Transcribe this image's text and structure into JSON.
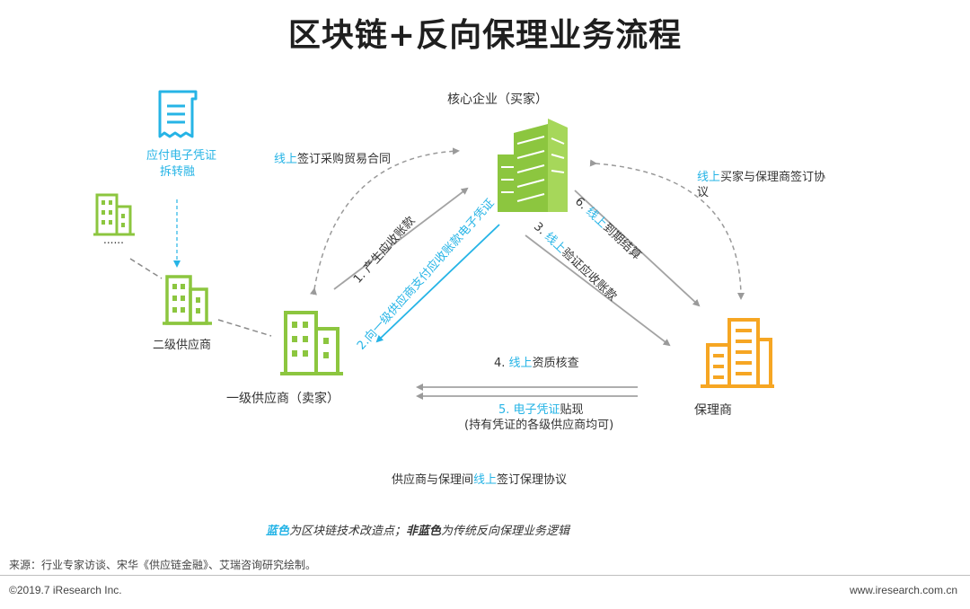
{
  "title": "区块链+反向保理业务流程",
  "nodes": {
    "core": "核心企业（买家）",
    "tier1": "一级供应商（卖家）",
    "tier2": "二级供应商",
    "factor": "保理商",
    "ellipsis": "......",
    "voucher_line1": "应付电子凭证",
    "voucher_line2": "拆转融"
  },
  "edges": {
    "contract_blue": "线上",
    "contract_rest": "签订采购贸易合同",
    "step1": "1. 产生应收账款",
    "step2": "2.向一级供应商支付应收账款电子凭证",
    "step3_num": "3. ",
    "step3_blue": "线上",
    "step3_rest": "验证应收账款",
    "step6_num": "6. ",
    "step6_blue": "线上",
    "step6_rest": "到期结算",
    "buyer_factor_blue": "线上",
    "buyer_factor_rest1": "买家与保理商签订协",
    "buyer_factor_rest2": "议",
    "step4_num": "4. ",
    "step4_blue": "线上",
    "step4_rest": "资质核查",
    "step5_blue": "5. 电子凭证",
    "step5_rest": "贴现",
    "step5_sub": "(持有凭证的各级供应商均可)",
    "agreement_pre": "供应商与保理间",
    "agreement_blue": "线上",
    "agreement_post": "签订保理协议"
  },
  "legend": {
    "blue_term": "蓝色",
    "blue_desc": "为区块链技术改造点；",
    "nonblue_term": "非蓝色",
    "nonblue_desc": "为传统反向保理业务逻辑"
  },
  "footer": {
    "source": "来源：行业专家访谈、宋华《供应链金融》、艾瑞咨询研究绘制。",
    "copyright": "©2019.7 iResearch Inc.",
    "website": "www.iresearch.com.cn"
  },
  "colors": {
    "green": "#8cc63f",
    "orange": "#f6a623",
    "blue": "#26b4e6",
    "gray": "#9a9a9a"
  }
}
